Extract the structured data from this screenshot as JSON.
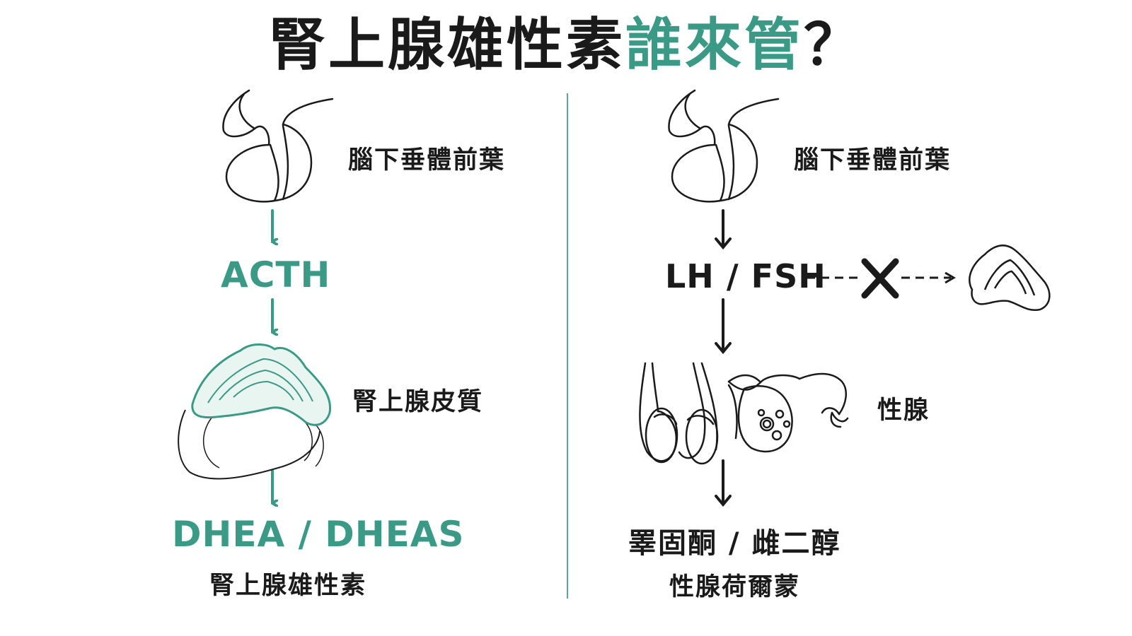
{
  "title": {
    "main": "腎上腺雄性素",
    "accent": "誰來管",
    "mark": "？"
  },
  "left": {
    "pituitary_label": "腦下垂體前葉",
    "hormone": "ACTH",
    "organ_label": "腎上腺皮質",
    "output": "DHEA / DHEAS",
    "output_caption": "腎上腺雄性素"
  },
  "right": {
    "pituitary_label": "腦下垂體前葉",
    "hormone": "LH / FSH",
    "organ_label": "性腺",
    "output": "睪固酮 / 雌二醇",
    "output_caption": "性腺荷爾蒙"
  },
  "colors": {
    "accent": "#3a9a86",
    "ink": "#1a1a1a",
    "divider": "#5aa899"
  }
}
